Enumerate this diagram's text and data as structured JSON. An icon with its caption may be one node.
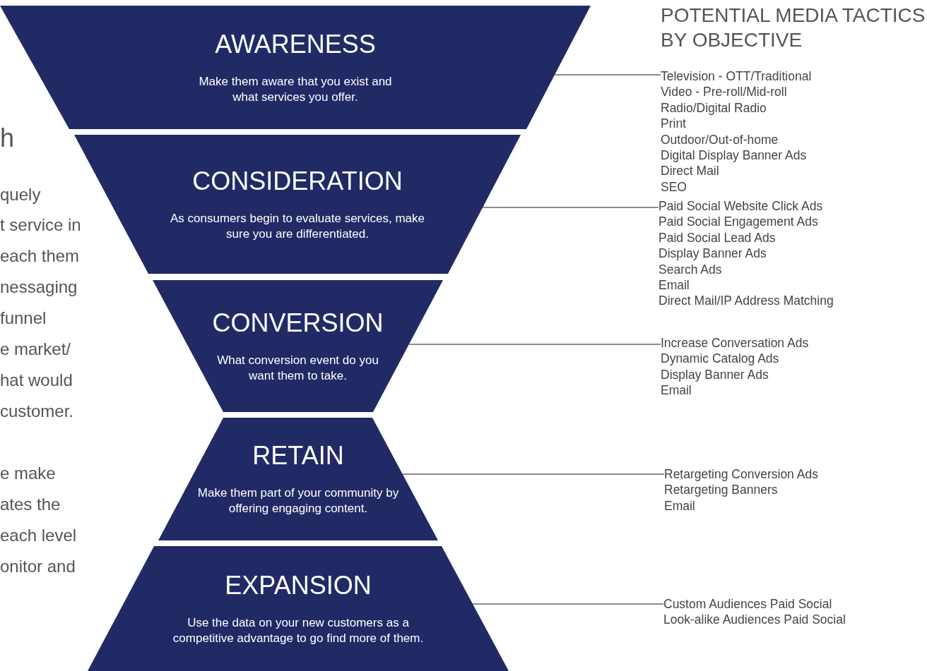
{
  "diagram": {
    "title": "POTENTIAL MEDIA TACTICS BY OBJECTIVE",
    "nodes": [
      {
        "text": [
          "AWARENESS",
          "Make them aware that you exist and what services you offer."
        ]
      },
      {
        "text": [
          "CONSIDERATION",
          "As consumers begin to evaluate services, make sure you are differentiated."
        ]
      },
      {
        "text": [
          "CONVERSION",
          "What conversion event do you want them to take."
        ]
      },
      {
        "text": [
          "RETAIN",
          "Make them part of your community by offering engaging content."
        ]
      },
      {
        "text": [
          "EXPANSION",
          "Use the data on your new customers as a competitive advantage to go find more of them."
        ]
      },
      {
        "text": [
          "Television - OTT/Traditional",
          "Video - Pre-roll/Mid-roll",
          "Radio/Digital Radio",
          "Print",
          "Outdoor/Out-of-home",
          "Digital Display Banner Ads",
          "Direct Mail",
          "SEO"
        ]
      },
      {
        "text": [
          "Paid Social Website Click Ads",
          "Paid Social Engagement Ads",
          "Paid Social Lead Ads",
          "Display Banner Ads",
          "Search Ads",
          "Email",
          "Direct Mail/IP Address Matching"
        ]
      },
      {
        "text": [
          "Increase Conversation Ads",
          "Dynamic Catalog Ads",
          "Display Banner Ads",
          "Email"
        ]
      },
      {
        "text": [
          "Retargeting Conversion Ads",
          "Retargeting Banners",
          "Email"
        ]
      },
      {
        "text": [
          "Custom Audiences Paid Social",
          "Look-alike Audiences Paid Social"
        ]
      }
    ],
    "edges": [
      {
        "from": 0,
        "to": 5,
        "arrow": "none"
      },
      {
        "from": 1,
        "to": 6,
        "arrow": "none"
      },
      {
        "from": 2,
        "to": 7,
        "arrow": "none"
      },
      {
        "from": 3,
        "to": 8,
        "arrow": "none"
      },
      {
        "from": 4,
        "to": 9,
        "arrow": "none"
      }
    ],
    "labels": [
      "h",
      "quely",
      "t service in",
      "each them",
      "nessaging",
      "funnel",
      "e market/",
      "hat would",
      "customer.",
      "e make",
      "ates the",
      "each level",
      "onitor and"
    ]
  }
}
